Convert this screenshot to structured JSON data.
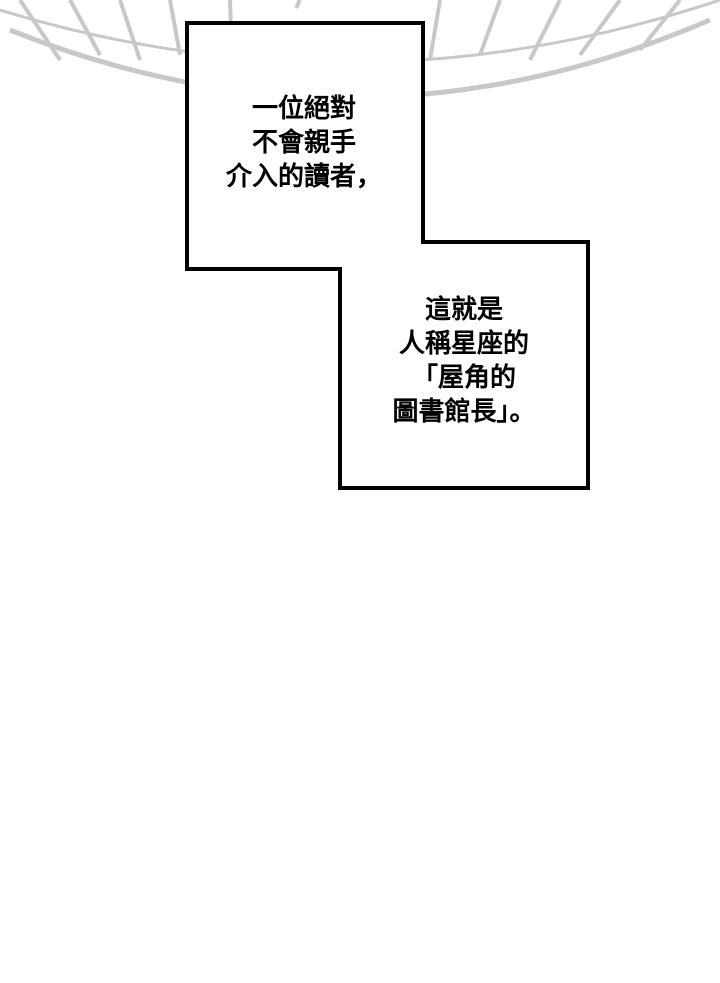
{
  "captions": {
    "first": {
      "lines": [
        "一位絕對",
        "不會親手",
        "介入的讀者，"
      ]
    },
    "second": {
      "lines": [
        "這就是",
        "人稱星座的",
        "「屋角的",
        "圖書館長」。"
      ]
    }
  },
  "colors": {
    "background": "#ffffff",
    "border": "#000000",
    "text": "#000000",
    "sunburst": "#c8c8c8"
  }
}
